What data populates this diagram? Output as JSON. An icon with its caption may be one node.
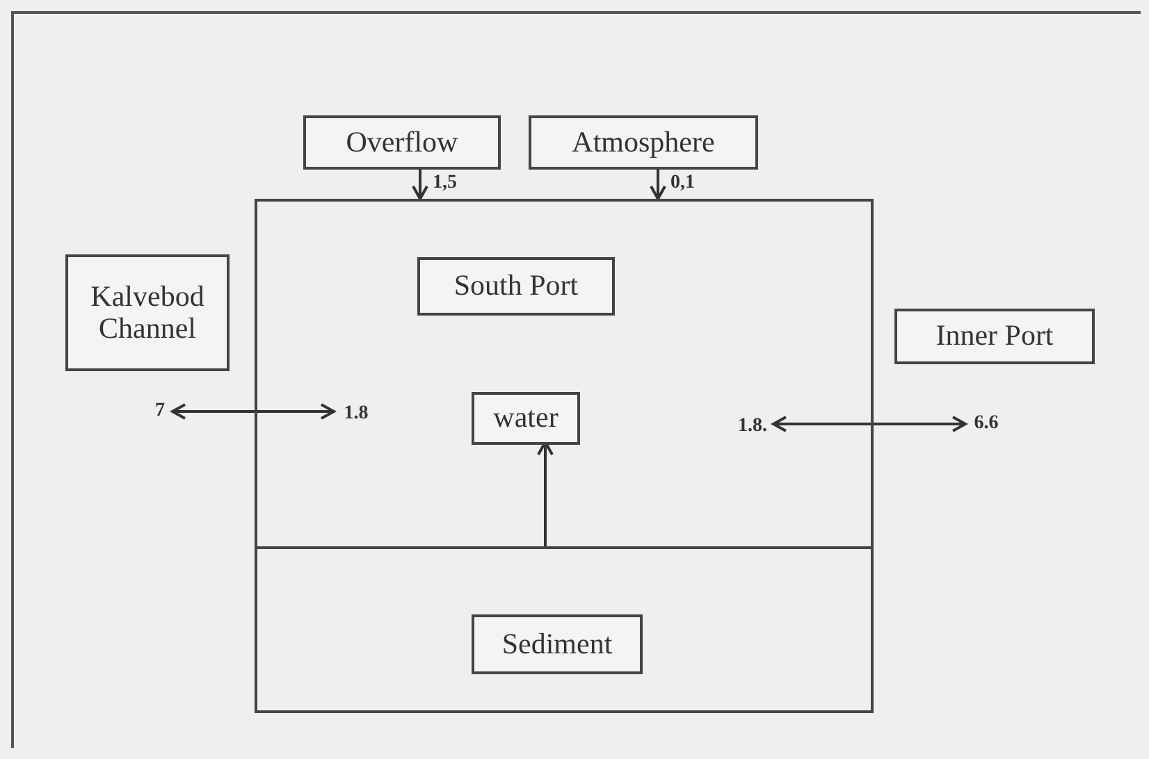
{
  "diagram": {
    "nodes": [
      {
        "text": [
          "Overflow"
        ]
      },
      {
        "text": [
          "Atmosphere"
        ]
      },
      {
        "text": [],
        "shape": "box"
      },
      {
        "text": [
          "Kalvebod Channel"
        ]
      },
      {
        "text": [
          "South Port"
        ],
        "in": 2
      },
      {
        "text": [
          "Inner Port"
        ]
      },
      {
        "text": [
          "7"
        ]
      },
      {
        "text": [
          "1.8"
        ],
        "in": 2
      },
      {
        "text": [
          "water"
        ],
        "in": 2
      },
      {
        "text": [
          "1.8."
        ],
        "in": 2
      },
      {
        "text": [
          "6.6"
        ]
      },
      {
        "text": [],
        "shape": "box"
      },
      {
        "text": [
          "Sediment"
        ],
        "in": 11
      }
    ],
    "edges": [
      {
        "from": 0,
        "to": 2,
        "arrow": "to",
        "label": "1,5"
      },
      {
        "from": 1,
        "to": 2,
        "arrow": "to",
        "label": "0,1"
      },
      {
        "from": 6,
        "to": 7,
        "arrow": "both"
      },
      {
        "from": 9,
        "to": 10,
        "arrow": "both"
      },
      {
        "from": 11,
        "to": 8,
        "arrow": "to"
      }
    ]
  }
}
